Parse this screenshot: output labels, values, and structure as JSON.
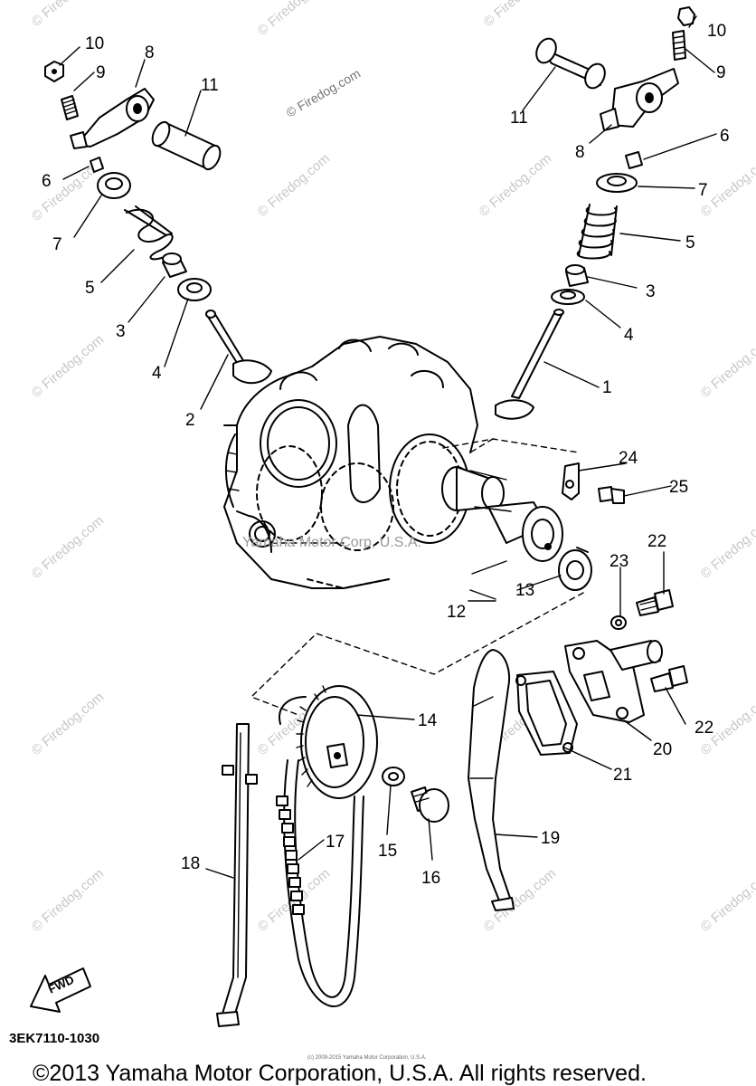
{
  "diagram": {
    "labels": {
      "l1": "1",
      "l2": "2",
      "l3a": "3",
      "l3b": "3",
      "l4a": "4",
      "l4b": "4",
      "l5a": "5",
      "l5b": "5",
      "l6a": "6",
      "l6b": "6",
      "l7a": "7",
      "l7b": "7",
      "l8a": "8",
      "l8b": "8",
      "l9a": "9",
      "l9b": "9",
      "l10a": "10",
      "l10b": "10",
      "l11a": "11",
      "l11b": "11",
      "l12": "12",
      "l13": "13",
      "l14": "14",
      "l15": "15",
      "l16": "16",
      "l17": "17",
      "l18": "18",
      "l19": "19",
      "l20": "20",
      "l21": "21",
      "l22a": "22",
      "l22b": "22",
      "l23": "23",
      "l24": "24",
      "l25": "25"
    },
    "watermark": "© Firedog.com",
    "center_watermark": "Yamaha Motor Corp, U.S.A.",
    "fwd_label": "FWD",
    "diagram_code": "3EK7110-1030",
    "small_copyright": "(c) 2009-2015 Yamaha Motor Corporation, U.S.A.",
    "copyright": "©2013 Yamaha Motor Corporation, U.S.A. All rights reserved."
  }
}
